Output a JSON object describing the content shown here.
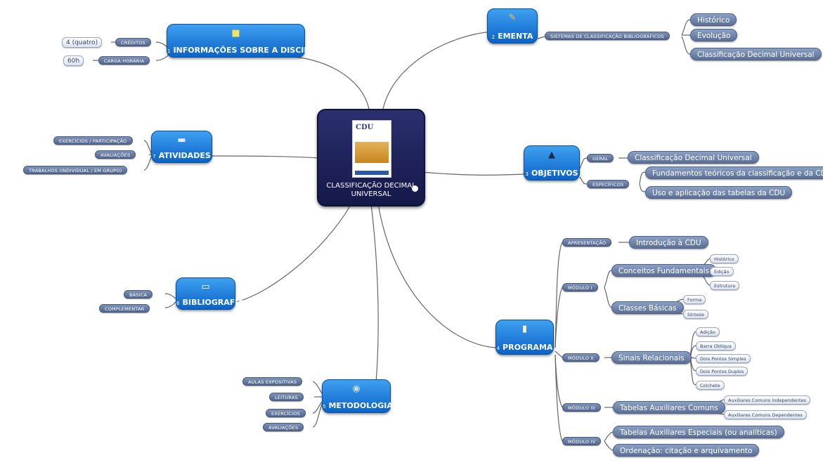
{
  "central": {
    "title": "CLASSIFICAÇÃO DECIMAL UNIVERSAL",
    "book_mark": "CDU"
  },
  "topics": {
    "informacoes": {
      "number": "1",
      "label": "INFORMAÇÕES SOBRE A DISCIPLINA",
      "icon": "sticky-note-icon"
    },
    "ementa": {
      "number": "2",
      "label": "EMENTA",
      "icon": "pencil-icon"
    },
    "atividades": {
      "number": "7",
      "label": "ATIVIDADES",
      "icon": "folder-icon"
    },
    "objetivos": {
      "number": "3",
      "label": "OBJETIVOS",
      "icon": "graduation-cap-icon"
    },
    "bibliografia": {
      "number": "6",
      "label": "BIBLIOGRAFIA",
      "icon": "book-icon"
    },
    "metodologia": {
      "number": "5",
      "label": "METODOLOGIA",
      "icon": "cd-icon"
    },
    "programa": {
      "number": "4",
      "label": "PROGRAMA",
      "icon": "test-tube-icon"
    }
  },
  "labels": {
    "creditos": "CRÉDITOS",
    "creditos_val": "4 (quatro)",
    "carga": "CARGA HORÁRIA",
    "carga_val": "60h",
    "sistemas": "SISTEMAS DE CLASSIFICAÇÃO BIBLIOGRÁFICOS",
    "historico": "Histórico",
    "evolucao": "Evolução",
    "cdu": "Classificação Decimal Universal",
    "exercicios_part": "EXERCÍCIOS / PARTICIPAÇÃO",
    "avaliacoes": "AVALIAÇÕES",
    "trabalhos": "TRABALHOS (INDIVIDUAL / EM GRUPO)",
    "geral": "GERAL",
    "geral_val": "Classificação Decimal Universal",
    "especificos": "ESPECÍFICOS",
    "fundamentos": "Fundamentos teóricos da classificação e da CDU",
    "uso": "Uso e aplicação das tabelas da CDU",
    "basica": "BÁSICA",
    "complementar": "COMPLEMENTAR",
    "aulas": "AULAS EXPOSITIVAS",
    "leituras": "LEITURAS",
    "exercicios": "EXERCÍCIOS",
    "avaliacoes_m": "AVALIAÇÕES",
    "apresentacao": "APRESENTAÇÃO",
    "introducao": "Introdução à CDU",
    "modulo1": "MÓDULO I",
    "conceitos": "Conceitos Fundamentais",
    "c_hist": "Histórico",
    "c_edic": "Edição",
    "c_estr": "Estrutura",
    "classes": "Classes Básicas",
    "cl_forma": "Forma",
    "cl_sintese": "Síntese",
    "modulo2": "MÓDULO II",
    "sinais": "Sinais Relacionais",
    "s_adicao": "Adição",
    "s_barra": "Barra Oblíqua",
    "s_dps": "Dois Pontos Simples",
    "s_dpd": "Dois Pontos Duplos",
    "s_colchete": "Colchete",
    "modulo3": "MÓDULO III",
    "tab_comuns": "Tabelas Auxiliares Comuns",
    "aux_indep": "Auxiliares Comuns Independentes",
    "aux_dep": "Auxiliares Comuns Dependentes",
    "modulo4": "MÓDULO IV",
    "tab_especiais": "Tabelas Auxiliares Especiais (ou analíticas)",
    "ordenacao": "Ordenação: citação e arquivamento"
  },
  "colors": {
    "topic": "#1a7ee0",
    "central": "#1f2360",
    "branch": "#6b7fa8",
    "line": "#6a6a6a"
  }
}
